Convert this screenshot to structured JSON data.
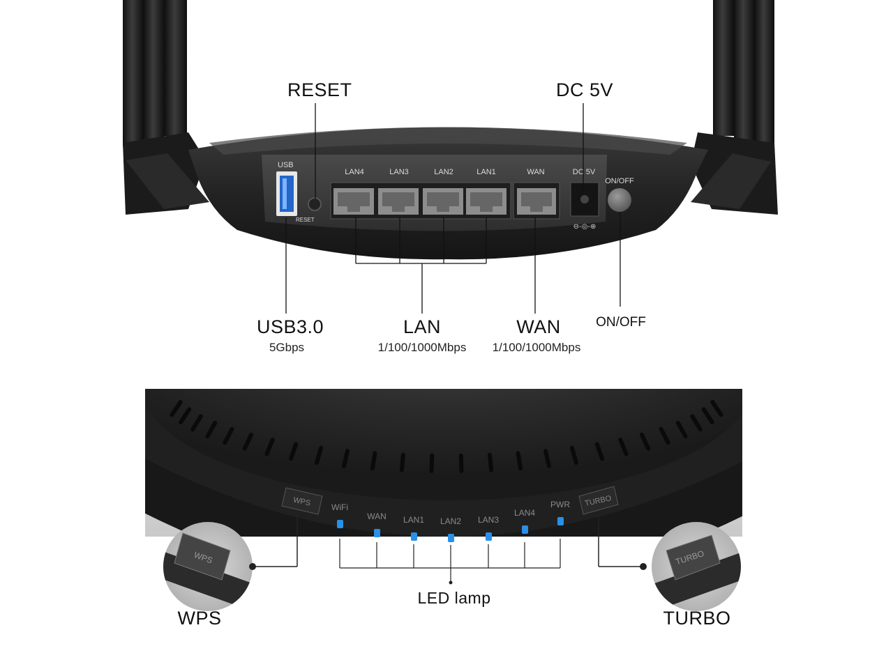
{
  "rear_panel": {
    "callouts": {
      "reset": "RESET",
      "dc": "DC 5V",
      "usb": "USB3.0",
      "usb_speed": "5Gbps",
      "lan": "LAN",
      "lan_speed": "1/100/1000Mbps",
      "wan": "WAN",
      "wan_speed": "1/100/1000Mbps",
      "onoff": "ON/OFF"
    },
    "silkscreen": {
      "usb": "USB",
      "reset": "RESET",
      "lan_ports": [
        "LAN4",
        "LAN3",
        "LAN2",
        "LAN1"
      ],
      "wan": "WAN",
      "dc": "DC 5V",
      "onoff": "ON/OFF"
    }
  },
  "front_panel": {
    "callouts": {
      "wps": "WPS",
      "turbo": "TURBO",
      "led": "LED lamp"
    },
    "buttons": {
      "wps": "WPS",
      "turbo": "TURBO"
    },
    "led_labels": [
      "WiFi",
      "WAN",
      "LAN1",
      "LAN2",
      "LAN3",
      "LAN4",
      "PWR"
    ],
    "led_color": "#2a8fe6"
  }
}
